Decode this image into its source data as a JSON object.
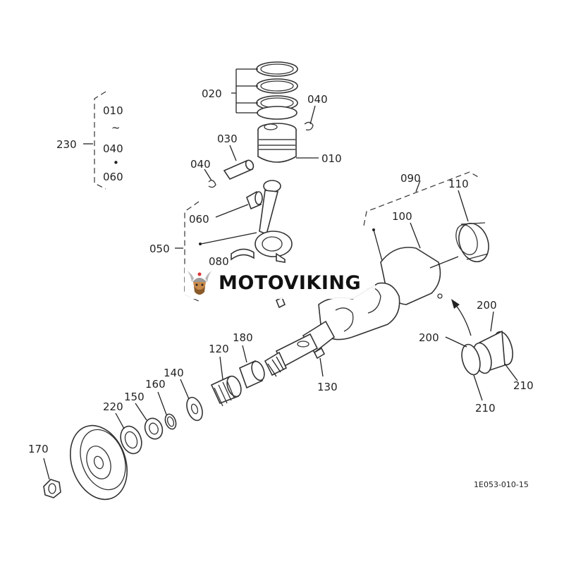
{
  "labels": {
    "group_230": "230",
    "range_010": "010",
    "range_tilde": "~",
    "range_040": "040",
    "range_dot": "•",
    "range_060": "060",
    "p020": "020",
    "p040_top": "040",
    "p030": "030",
    "p010": "010",
    "p040_left": "040",
    "p060": "060",
    "p050": "050",
    "p080": "080",
    "p090": "090",
    "p100": "100",
    "p110": "110",
    "p200_top": "200",
    "p200_mid": "200",
    "p210_right": "210",
    "p210_bottom": "210",
    "p180": "180",
    "p120": "120",
    "p130": "130",
    "p140": "140",
    "p160": "160",
    "p150": "150",
    "p220": "220",
    "p170": "170"
  },
  "diagram_code": "1E053-010-15",
  "watermark": {
    "brand": "MOTOVIKING",
    "logo_icon": "viking-helmet-icon"
  }
}
